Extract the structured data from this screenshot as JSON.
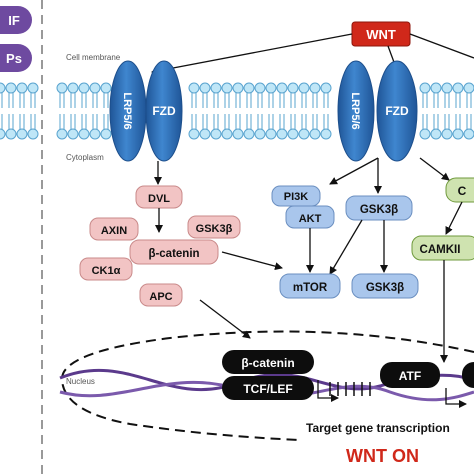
{
  "left_panel": {
    "pill_top": "IF",
    "pill_bottom": "Ps"
  },
  "membrane": {
    "cell_membrane_label": "Cell membrane",
    "cytoplasm_label": "Cytoplasm",
    "nucleus_label": "Nucleus"
  },
  "ligand": {
    "label": "WNT"
  },
  "receptors": {
    "left_lrp": "LRP5/6",
    "left_fzd": "FZD",
    "right_lrp": "LRP5/6",
    "right_fzd": "FZD"
  },
  "canonical": {
    "dvl": "DVL",
    "axin": "AXIN",
    "gsk3b": "GSK3β",
    "beta_catenin": "β-catenin",
    "ck1a": "CK1α",
    "apc": "APC"
  },
  "noncanonical": {
    "pi3k": "PI3K",
    "akt": "AKT",
    "gsk3b_top": "GSK3β",
    "mtor": "mTOR",
    "gsk3b_bottom": "GSK3β",
    "c_partial": "C",
    "camkii": "CAMKII"
  },
  "nucleus": {
    "beta_catenin": "β-catenin",
    "tcf_lef": "TCF/LEF",
    "atf": "ATF",
    "target_gene": "Target gene transcription"
  },
  "footer": {
    "wnt_on": "WNT ON"
  },
  "colors": {
    "pink_fill": "#f2c4c4",
    "pink_stroke": "#c98a8a",
    "blue_fill": "#a9c6ec",
    "blue_stroke": "#6b8fc0",
    "green_fill": "#cfe3b0",
    "green_stroke": "#6f9a3c",
    "receptor_blue": "#2f6fb6",
    "purple": "#6e4aa0",
    "wnt_red": "#d0281a",
    "membrane_head": "#bfe6f7",
    "membrane_stroke": "#5aa4cf"
  }
}
